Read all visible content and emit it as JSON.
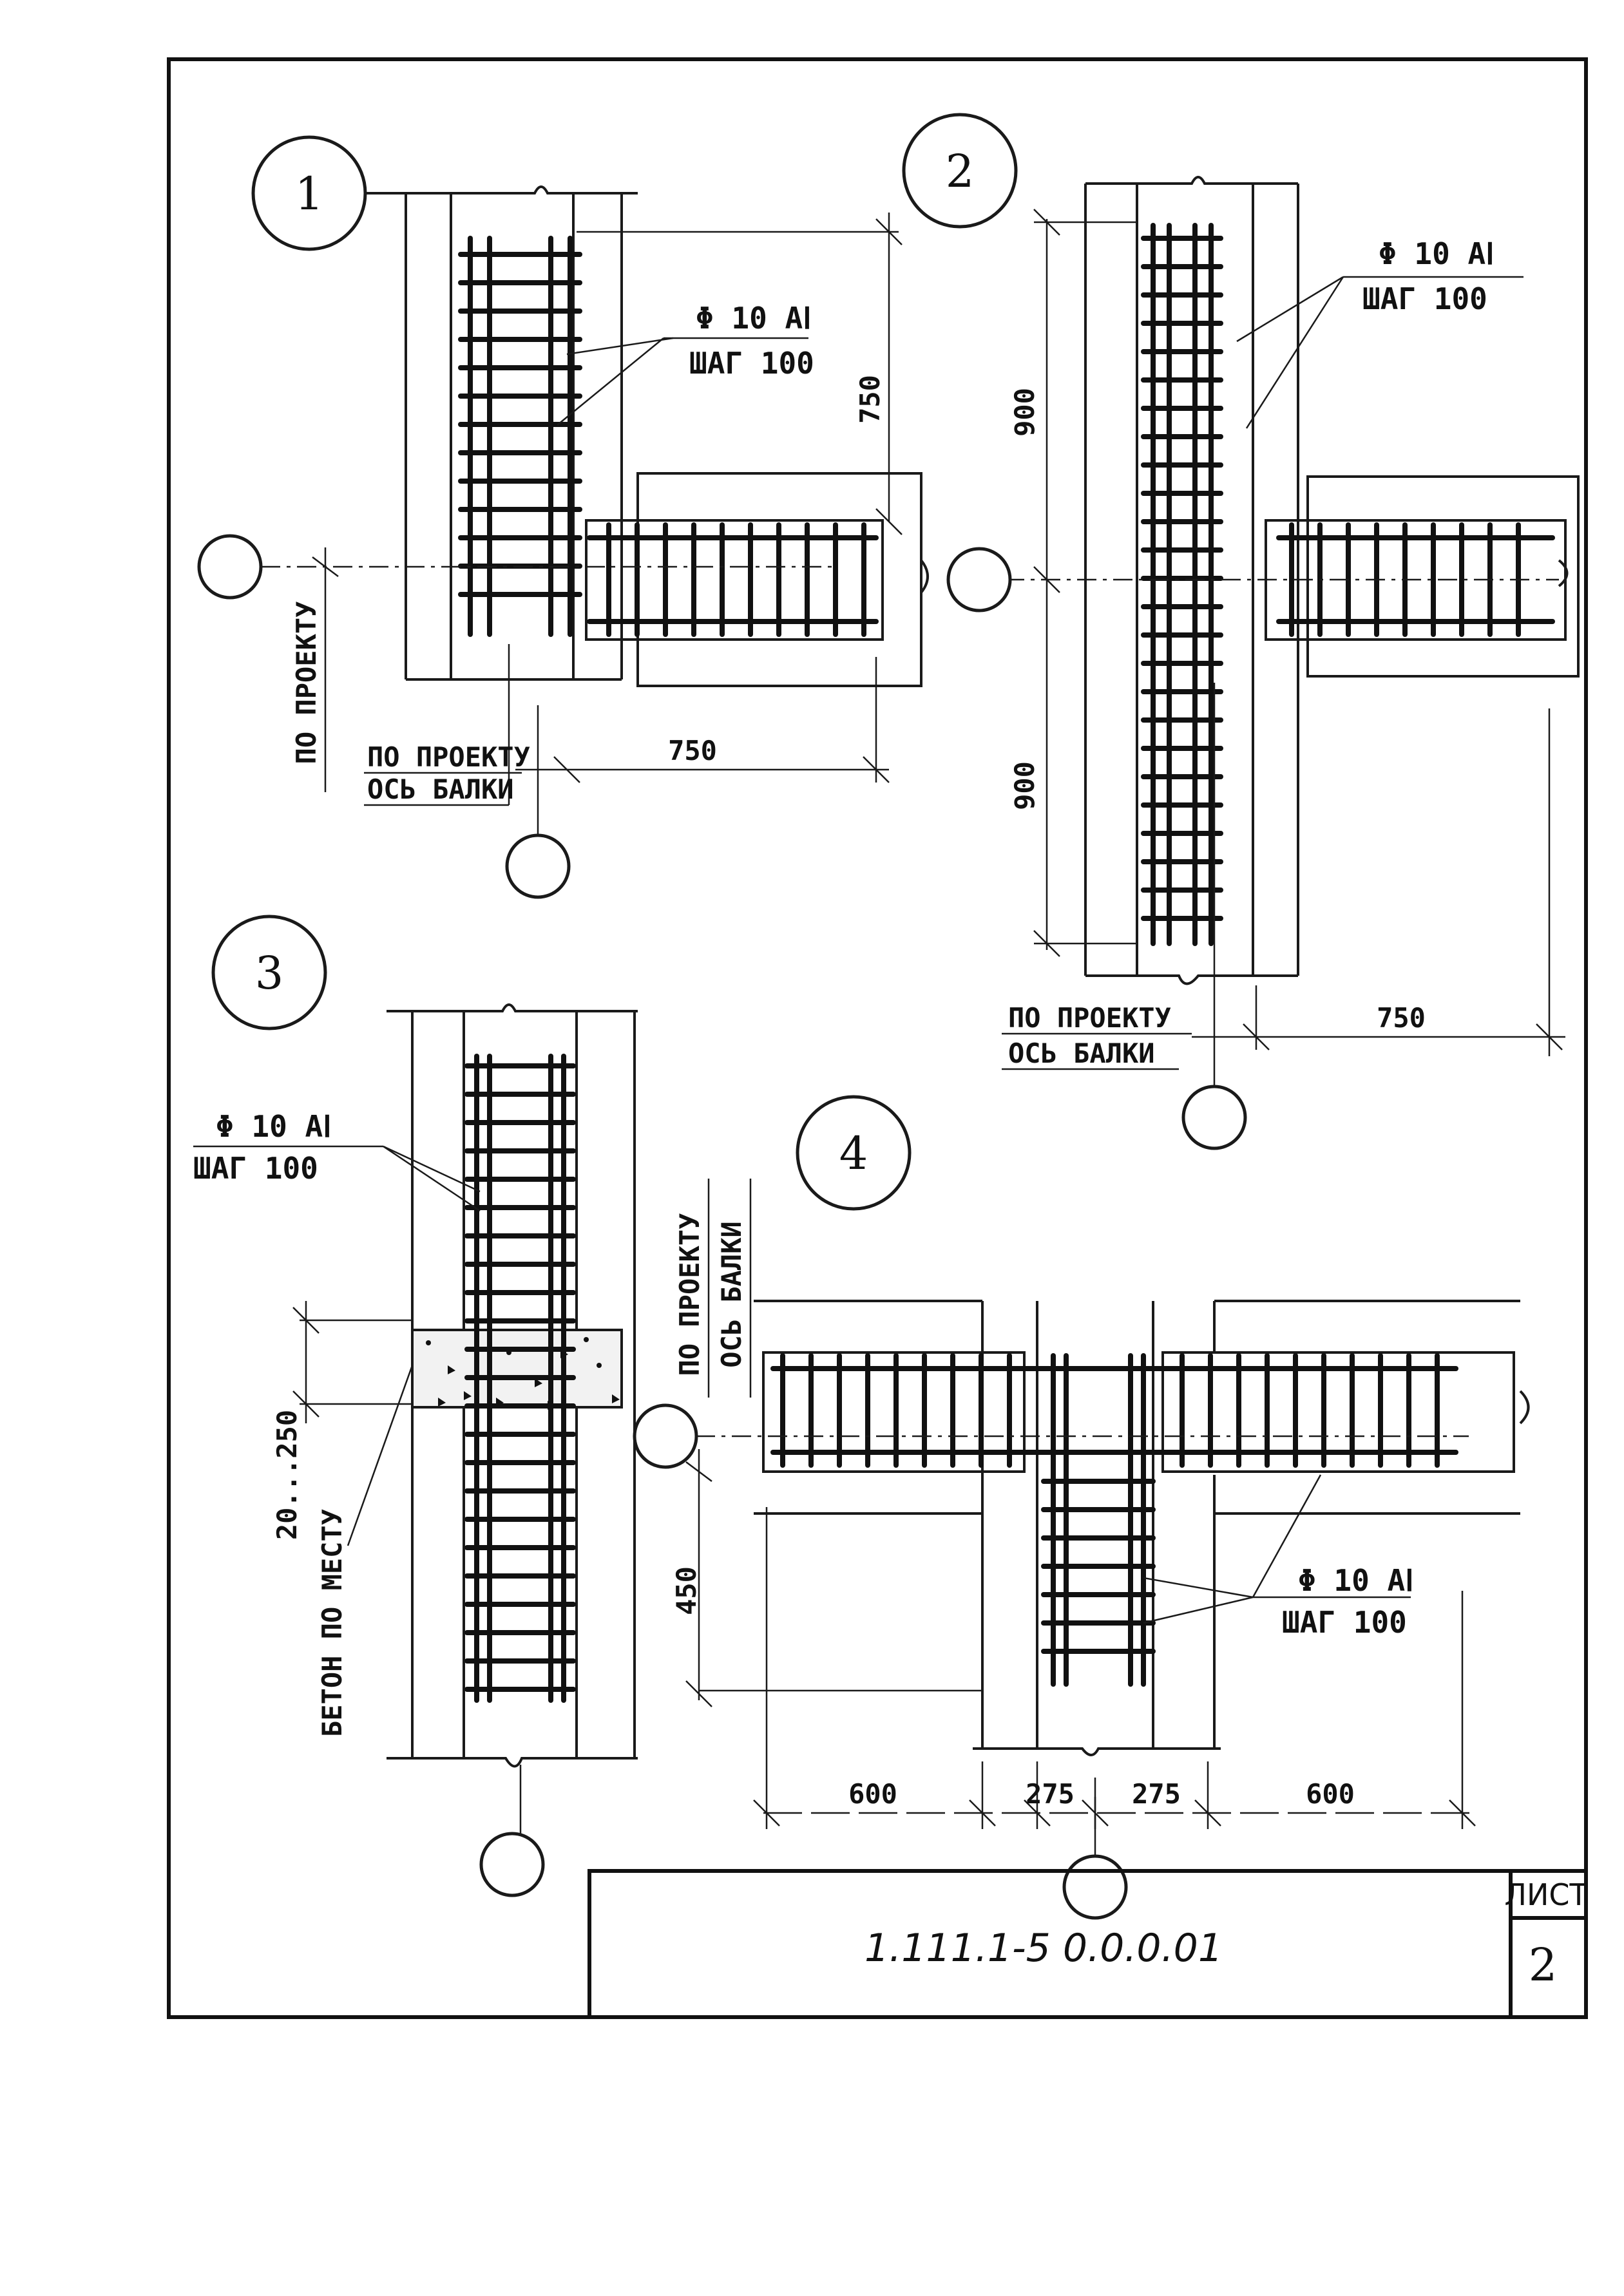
{
  "details": [
    {
      "number": "1",
      "rebar_label": "Φ 10 AⅠ",
      "step_label": "ШАГ 100",
      "dim_vertical": "750",
      "dim_horizontal": "750",
      "side_text_vertical": "ПО ПРОЕКТУ",
      "note_line_1": "ПО ПРОЕКТУ",
      "note_line_2": "ОСЬ БАЛКИ"
    },
    {
      "number": "2",
      "rebar_label": "Φ 10 AⅠ",
      "step_label": "ШАГ 100",
      "dim_upper": "900",
      "dim_lower": "900",
      "dim_horizontal": "750",
      "note_line_1": "ПО ПРОЕКТУ",
      "note_line_2": "ОСЬ БАЛКИ"
    },
    {
      "number": "3",
      "rebar_label": "Φ 10 AⅠ",
      "step_label": "ШАГ 100",
      "dim_gap": "20...250",
      "concrete_note": "БЕТОН ПО МЕСТУ"
    },
    {
      "number": "4",
      "rebar_label": "Φ 10 AⅠ",
      "step_label": "ШАГ 100",
      "side_text_1": "ПО ПРОЕКТУ",
      "side_text_2": "ОСЬ БАЛКИ",
      "dim_vertical": "450",
      "dim_left": "600",
      "dim_center_left": "275",
      "dim_center_right": "275",
      "dim_right": "600"
    }
  ],
  "title_block": {
    "document_code": "1.111.1-5  0.0.0.01",
    "sheet_label": "ЛИСТ",
    "sheet_number": "2"
  }
}
